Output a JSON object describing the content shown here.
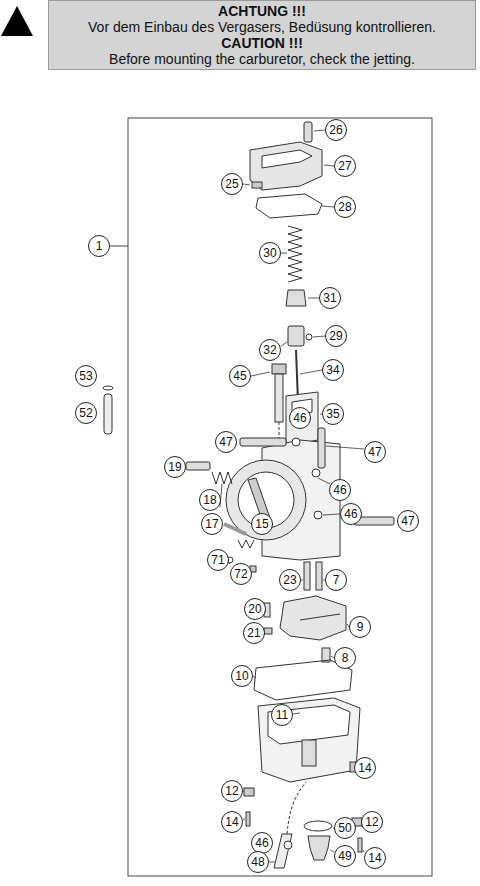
{
  "diagram": {
    "nodes": [
      {
        "text": [
          "ACHTUNG !!!",
          "Vor dem Einbau des Vergasers, Bedüsung kontrollieren.",
          "CAUTION !!!",
          "Before mounting the carburetor, check the jetting."
        ]
      }
    ],
    "labels": [
      "26",
      "27",
      "25",
      "28",
      "1",
      "30",
      "31",
      "29",
      "32",
      "34",
      "53",
      "45",
      "52",
      "35",
      "47",
      "46",
      "47",
      "19",
      "46",
      "18",
      "46",
      "47",
      "17",
      "15",
      "71",
      "72",
      "23",
      "7",
      "20",
      "9",
      "21",
      "8",
      "10",
      "11",
      "14",
      "12",
      "14",
      "12",
      "50",
      "46",
      "49",
      "14",
      "48"
    ]
  }
}
